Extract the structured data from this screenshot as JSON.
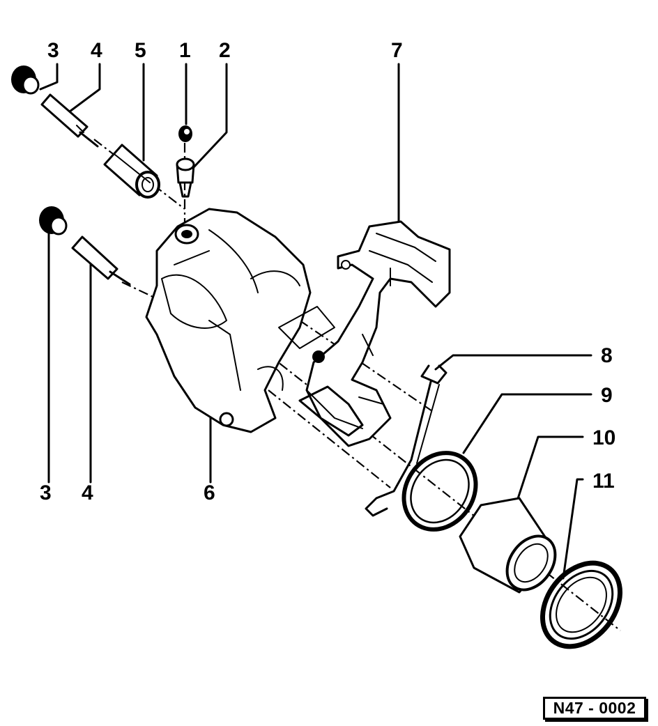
{
  "callouts": {
    "c1": "1",
    "c2": "2",
    "c3a": "3",
    "c3b": "3",
    "c4a": "4",
    "c4b": "4",
    "c5": "5",
    "c6": "6",
    "c7": "7",
    "c8": "8",
    "c9": "9",
    "c10": "10",
    "c11": "11"
  },
  "reference": "N47 - 0002"
}
